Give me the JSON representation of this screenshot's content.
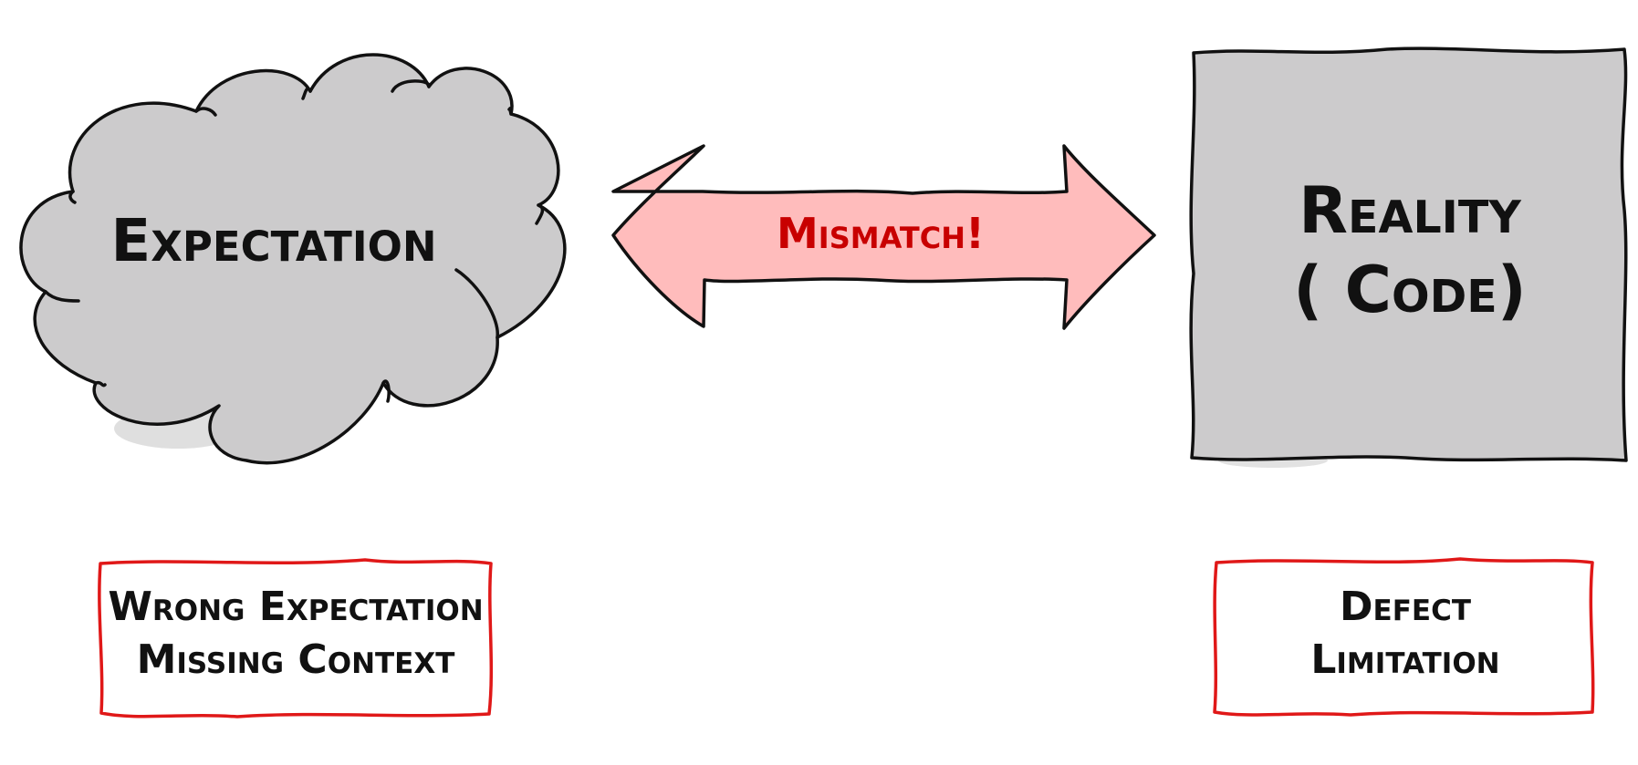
{
  "nodes": {
    "expectation": {
      "label": "Expectation"
    },
    "reality": {
      "line1": "Reality",
      "line2": "( Code)"
    },
    "mismatch": {
      "label": "Mismatch!"
    },
    "expectation_causes": {
      "line1": "Wrong Expectation",
      "line2": "Missing Context"
    },
    "reality_causes": {
      "line1": "Defect",
      "line2": "Limitation"
    }
  },
  "colors": {
    "shape_fill": "#cccbcc",
    "arrow_fill": "#ffbcbc",
    "arrow_text": "#c80000",
    "box_border": "#e01818",
    "ink": "#111111"
  }
}
